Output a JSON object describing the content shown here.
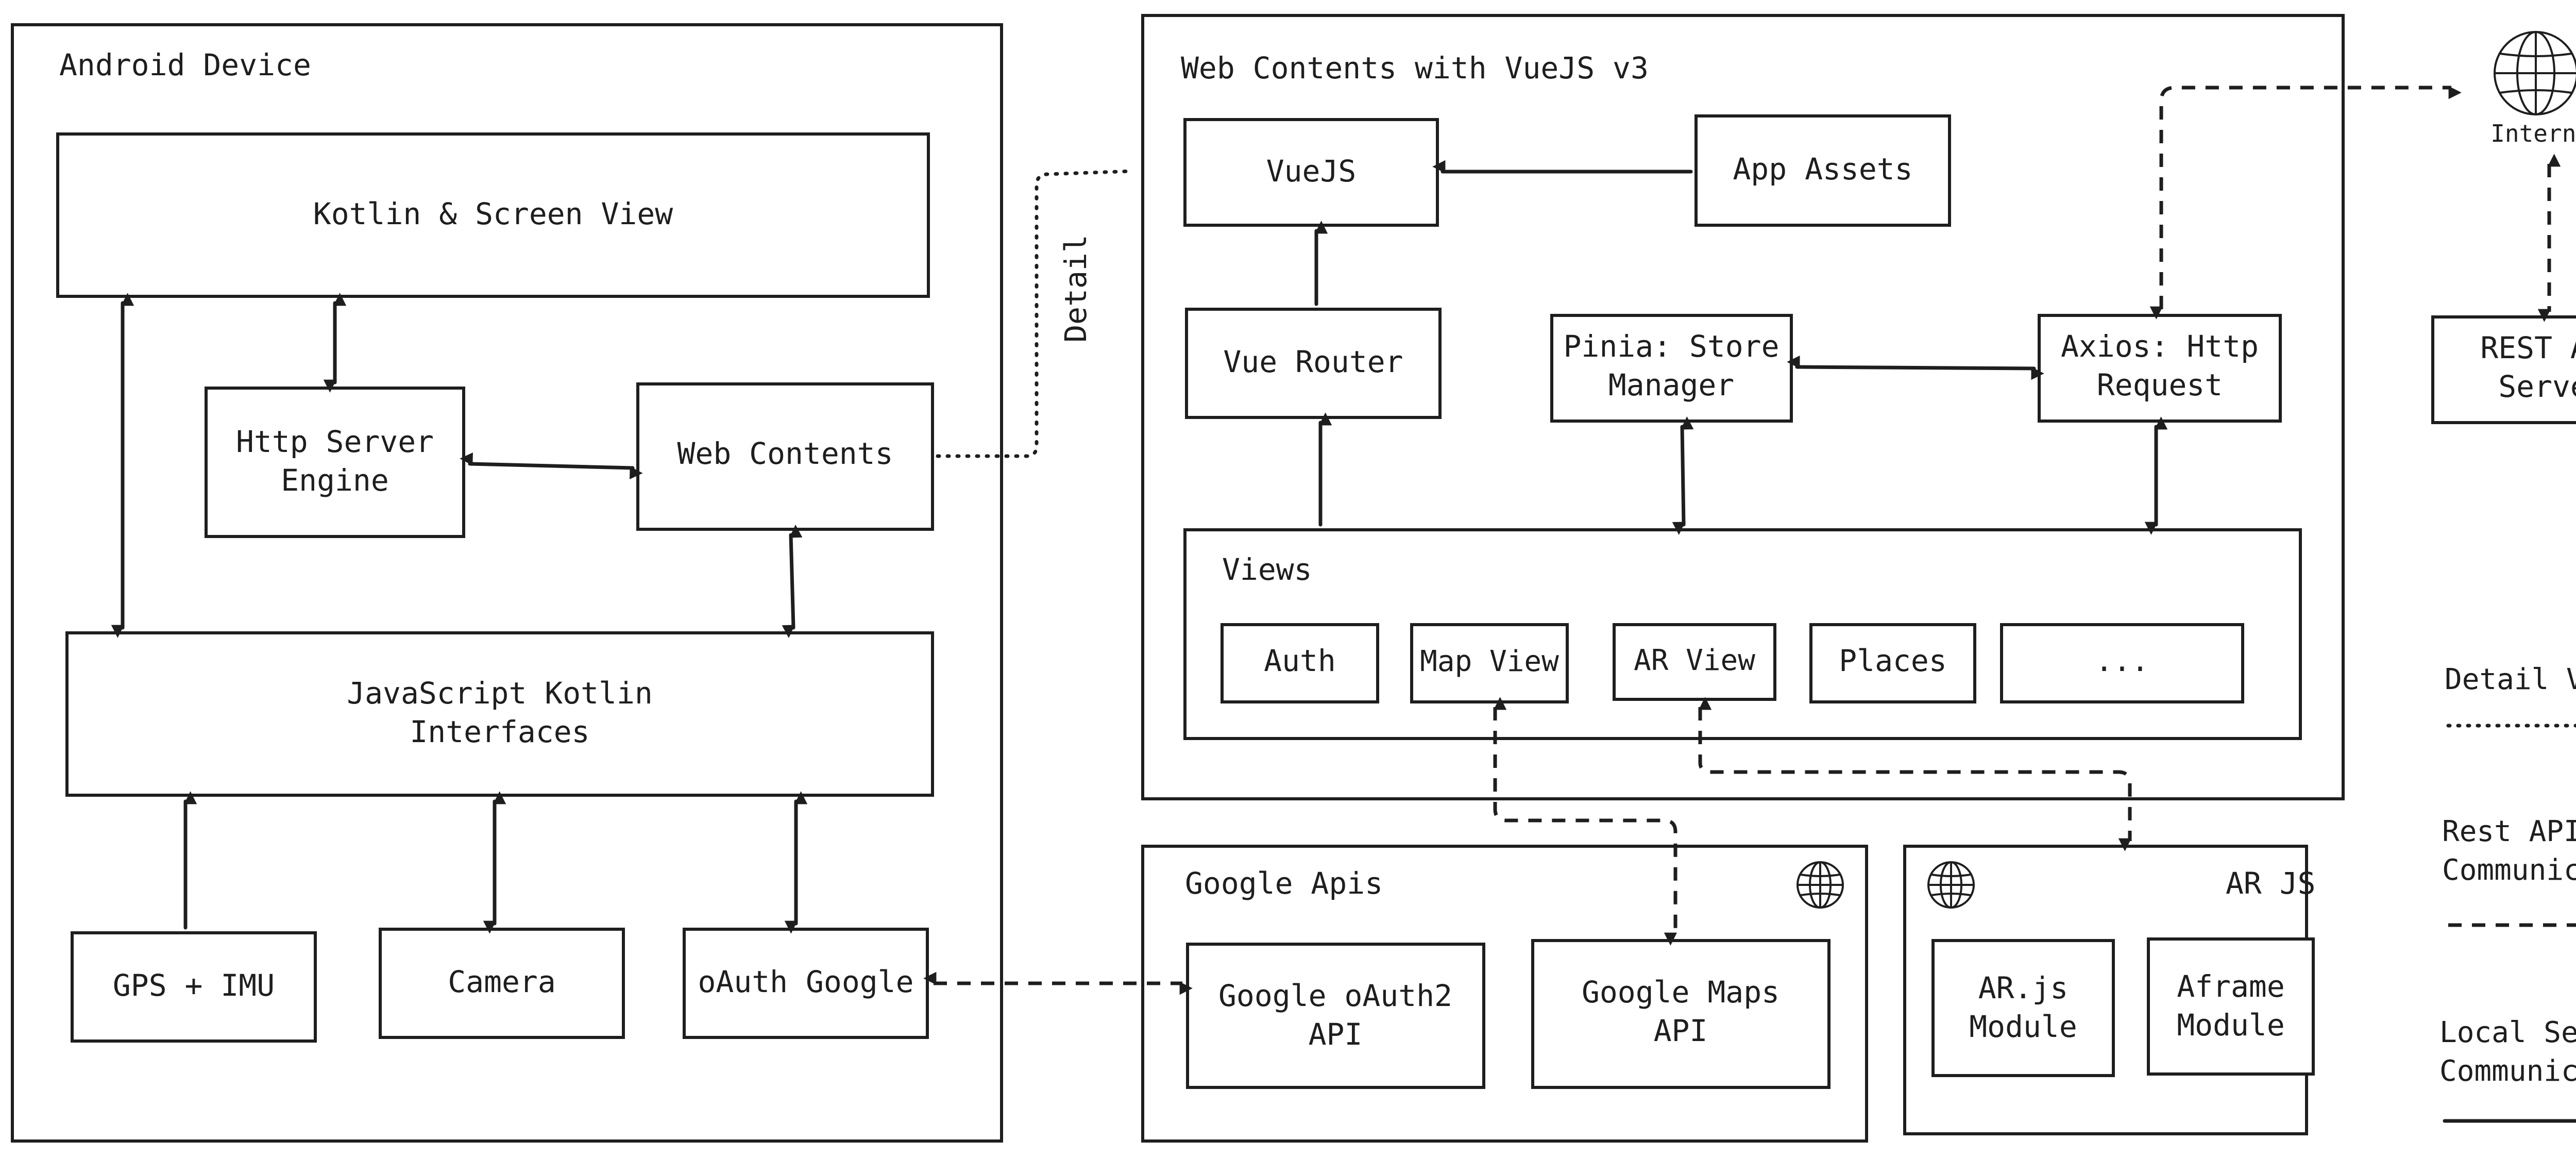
{
  "containers": {
    "android": "Android Device",
    "web": "Web Contents with VueJS v3",
    "views": "Views",
    "google": "Google Apis",
    "arjs": "AR JS"
  },
  "boxes": {
    "kotlin_screen": "Kotlin & Screen View",
    "http_server_1": "Http Server",
    "http_server_2": "Engine",
    "web_contents": "Web Contents",
    "js_kotlin_1": "JavaScript Kotlin",
    "js_kotlin_2": "Interfaces",
    "gps": "GPS + IMU",
    "camera": "Camera",
    "oauth_google": "oAuth Google",
    "vuejs": "VueJS",
    "app_assets": "App Assets",
    "vue_router": "Vue Router",
    "pinia_1": "Pinia: Store",
    "pinia_2": "Manager",
    "axios_1": "Axios: Http",
    "axios_2": "Request",
    "auth": "Auth",
    "map_view": "Map View",
    "ar_view": "AR View",
    "places": "Places",
    "more": "...",
    "google_oauth_1": "Google oAuth2",
    "google_oauth_2": "API",
    "google_maps_1": "Google Maps",
    "google_maps_2": "API",
    "arjs_module_1": "AR.js",
    "arjs_module_2": "Module",
    "aframe_1": "Aframe",
    "aframe_2": "Module",
    "rest_api_1": "REST API",
    "rest_api_2": "Server",
    "internet": "Internet"
  },
  "edge_labels": {
    "detail": "Detail"
  },
  "legend": {
    "detail_view": "Detail View",
    "rest_1": "Rest API",
    "rest_2": "Communication",
    "local_1": "Local Server",
    "local_2": "Communication"
  },
  "icons": [
    "globe-icon"
  ],
  "colors": {
    "ink": "#1e1e1e",
    "background": "#ffffff"
  }
}
